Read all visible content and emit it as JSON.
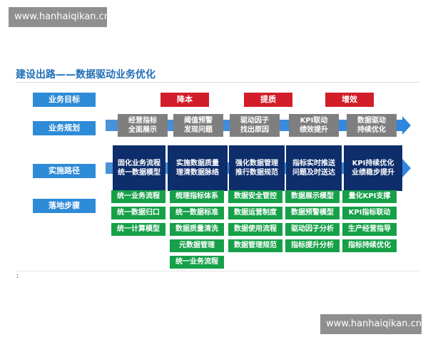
{
  "watermark": {
    "top": "www.hanhaiqikan.cn",
    "bottom": "www.hanhaiqikan.cn"
  },
  "title": "建设出路——数据驱动业务优化",
  "row_labels": [
    "业务目标",
    "业务规划",
    "实施路径",
    "落地步骤"
  ],
  "goals": [
    "降本",
    "提质",
    "增效"
  ],
  "planning": [
    "经营指标\n全面展示",
    "阈值预警\n发现问题",
    "驱动因子\n找出原因",
    "KPI联动\n绩效提升",
    "数据驱动\n持续优化"
  ],
  "implementation": [
    "固化业务流程\n统一数据模型",
    "实施数据质量\n理清数据脉络",
    "强化数据管理\n推行数据规范",
    "指标实时推送\n问题及时送达",
    "KPI持续优化\n业绩稳步提升"
  ],
  "steps": [
    [
      "统一业务流程",
      "统一数据归口",
      "统一计算模型"
    ],
    [
      "梳理指标体系",
      "统一数据标准",
      "数据质量清洗",
      "元数据管理",
      "统一业务流程"
    ],
    [
      "数据安全管控",
      "数据运营制度",
      "数据使用流程",
      "数据管理规范"
    ],
    [
      "数据展示模型",
      "数据预警模型",
      "驱动因子分析",
      "指标提升分析"
    ],
    [
      "量化KPI支撑",
      "KPI指标联动",
      "生产经营指导",
      "指标持续优化"
    ]
  ],
  "tiny_mark": "1",
  "colors": {
    "label_blue": "#2d8bd7",
    "red": "#d21e2a",
    "gray": "#7f7f7f",
    "navy": "#0d2d6b",
    "green": "#16a048",
    "arrow": "#2e86de"
  }
}
